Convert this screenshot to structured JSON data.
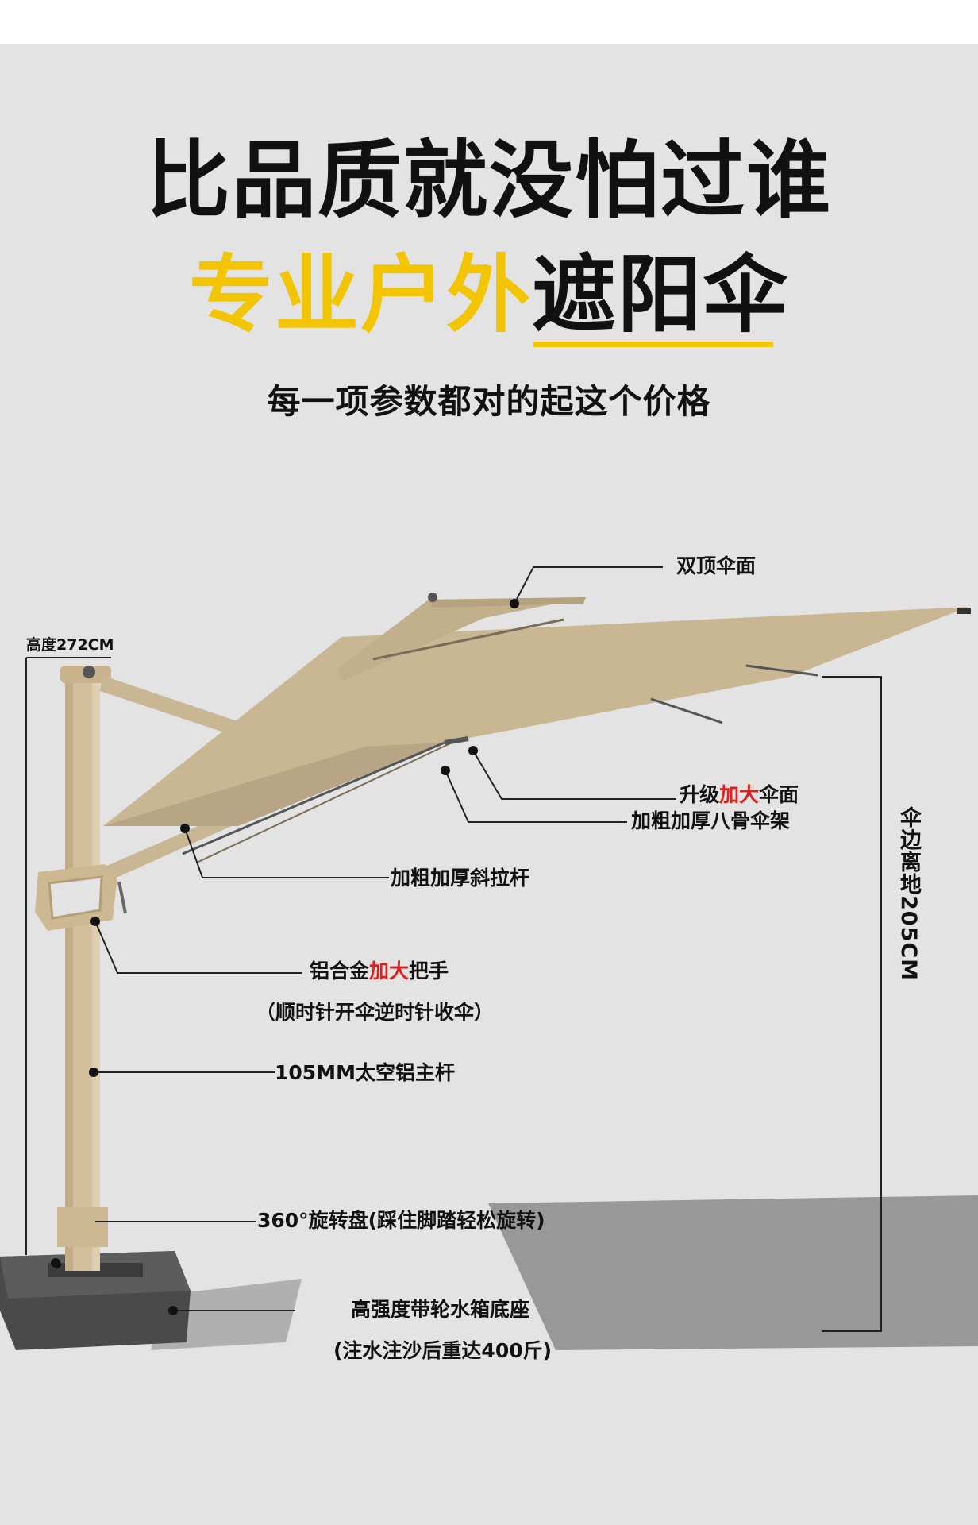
{
  "headline": {
    "line1": "比品质就没怕过谁",
    "line2_yellow": "专业户外",
    "line2_black": "遮阳伞",
    "subtitle": "每一项参数都对的起这个价格"
  },
  "colors": {
    "accent_yellow": "#f3c500",
    "highlight_red": "#e0201f",
    "background": "#e3e3e3",
    "canopy": "#c9b794",
    "pole": "#d3bf9b",
    "base": "#4a4a4a",
    "shadow": "#8f8f8f"
  },
  "labels": {
    "height": "高度272CM",
    "double_top": "双顶伞面",
    "upgrade_pre": "升级",
    "upgrade_red": "加大",
    "upgrade_post": "伞面",
    "ribs": "加粗加厚八骨伞架",
    "strut": "加粗加厚斜拉杆",
    "handle_pre": "铝合金",
    "handle_red": "加大",
    "handle_post": "把手",
    "handle_note": "（顺时针开伞逆时针收伞）",
    "pole": "105MM太空铝主杆",
    "rotate": "360°旋转盘(踩住脚踏轻松旋转)",
    "base": "高强度带轮水箱底座",
    "base_note": "(注水注沙后重达400斤)",
    "edge_height": "伞边离地205CM"
  }
}
